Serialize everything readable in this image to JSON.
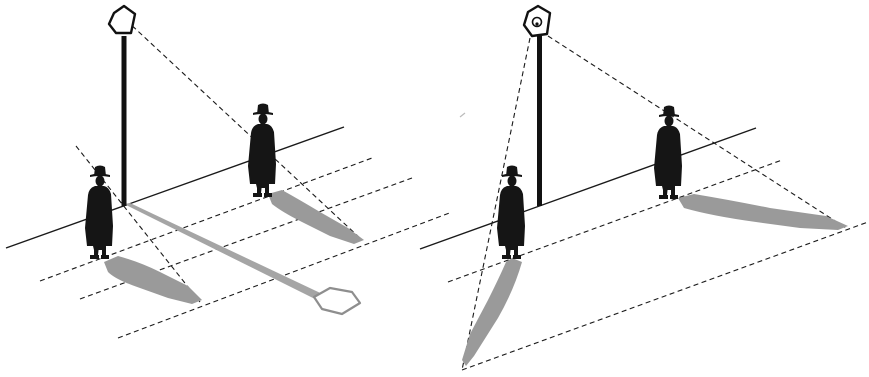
{
  "panels": [
    {
      "light_source": "streetlamp",
      "lamp_icon": "pentagon-lamp-icon",
      "pole_casts_shadow": true,
      "figures": 2
    },
    {
      "light_source": "streetlamp",
      "lamp_icon": "pentagon-lamp-with-bulb-icon",
      "pole_casts_shadow": false,
      "figures": 2
    }
  ],
  "colors": {
    "ink": "#151515",
    "shadow": "#9a9a9a",
    "background": "#ffffff"
  }
}
